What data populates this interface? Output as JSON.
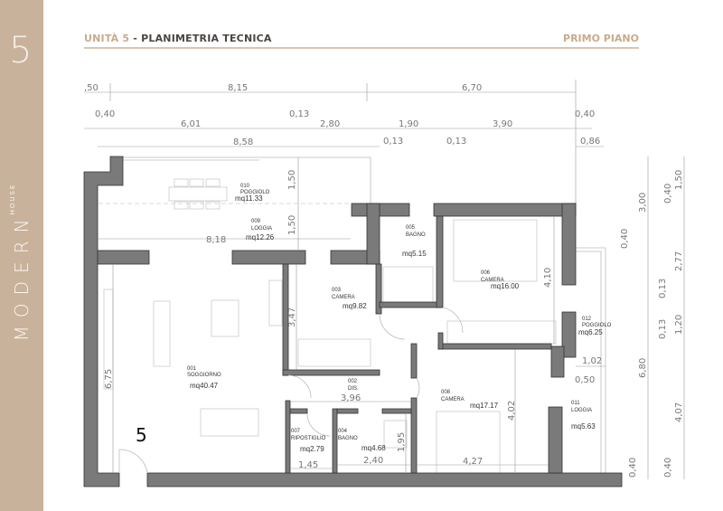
{
  "sidebar": {
    "unit_number": "5",
    "logo_main": "MODERN",
    "logo_sub": "HOUSE"
  },
  "header": {
    "unit_label": "UNITÀ 5",
    "title": " - PLANIMETRIA TECNICA",
    "floor": "PRIMO PIANO"
  },
  "plan_unit_number": "5",
  "rooms": [
    {
      "code": "010",
      "name": "POGGIOLO",
      "area": "mq11.33"
    },
    {
      "code": "009",
      "name": "LOGGIA",
      "area": "mq12.26"
    },
    {
      "code": "005",
      "name": "BAGNO",
      "area": "mq5.15"
    },
    {
      "code": "003",
      "name": "CAMERA",
      "area": "mq9.82"
    },
    {
      "code": "006",
      "name": "CAMERA",
      "area": "mq16.00"
    },
    {
      "code": "012",
      "name": "POGGIOLO",
      "area": "mq6.25"
    },
    {
      "code": "001",
      "name": "SOGGIORNO",
      "area": "mq40.47"
    },
    {
      "code": "002",
      "name": "DIS.",
      "area": ""
    },
    {
      "code": "008",
      "name": "CAMERA",
      "area": "mq17.17"
    },
    {
      "code": "011",
      "name": "LOGGIA",
      "area": "mq5.63"
    },
    {
      "code": "007",
      "name": "RIPOSTIGLIO",
      "area": "mq2.79"
    },
    {
      "code": "004",
      "name": "BAGNO",
      "area": "mq4.68"
    }
  ],
  "dimensions": {
    "top_row1": [
      ",50",
      "8,15",
      "6,70"
    ],
    "top_row2": [
      "0,40",
      "6,01",
      "0,13",
      "2,80",
      "1,90",
      "3,90",
      "0,40"
    ],
    "top_row2_sub": [
      "0,13",
      "0,13",
      "0,86"
    ],
    "top_row3": [
      "8,58"
    ],
    "interior": {
      "loggia_width": "8,18",
      "poggiolo_depth": "1,50",
      "loggia_depth": "1,50",
      "camera003": "3,47",
      "camera006": "4,10",
      "poggiolo012_width": "1,02",
      "poggiolo012_offset": "0,50",
      "soggiorno": "6,75",
      "dis": "3,96",
      "camera008_h": "4,02",
      "camera008_w": "4,27",
      "ripostiglio": "1,45",
      "bagno004_w": "2,40",
      "bagno004_h": "1,95"
    },
    "right_col1": [
      "3,00",
      "0,40",
      "6,80",
      "0,40"
    ],
    "right_col2": [
      "1,50",
      "0,40",
      "2,77",
      "0,13",
      "1,20",
      "0,13",
      "4,07",
      "0,40"
    ]
  }
}
